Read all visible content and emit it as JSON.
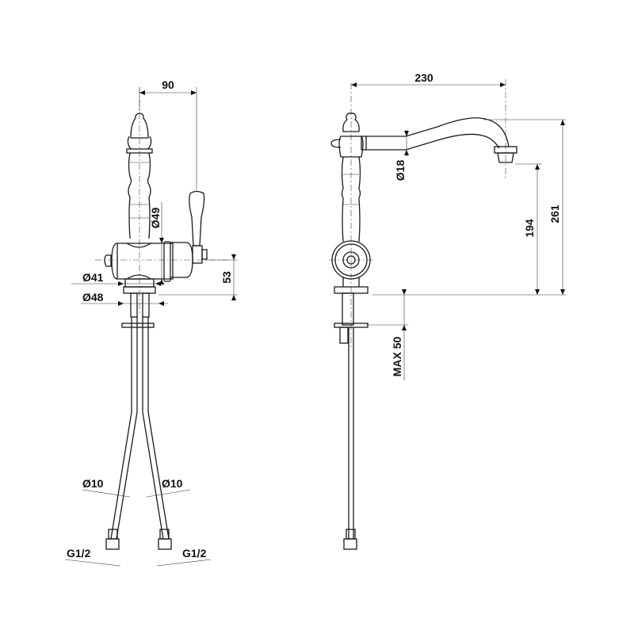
{
  "front_view": {
    "width_90": "90",
    "dia_49": "Ø49",
    "dia_41": "Ø41",
    "dia_48": "Ø48",
    "height_53": "53",
    "hose_left_dia": "Ø10",
    "hose_right_dia": "Ø10",
    "thread_left": "G1/2",
    "thread_right": "G1/2"
  },
  "side_view": {
    "reach_230": "230",
    "spout_dia_18": "Ø18",
    "clearance_194": "194",
    "height_261": "261",
    "max_thickness": "MAX 50"
  }
}
